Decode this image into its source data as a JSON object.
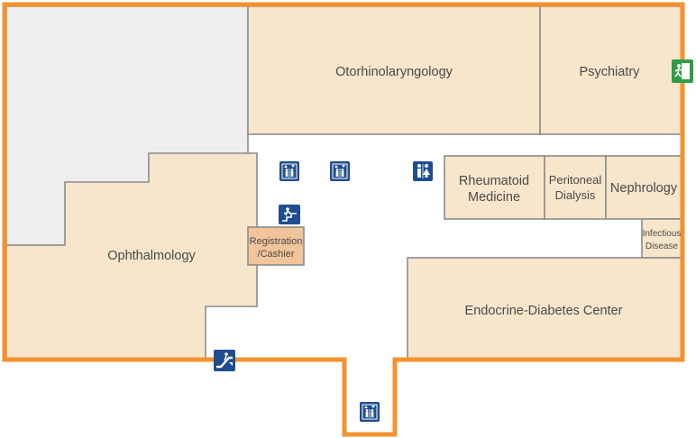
{
  "colors": {
    "outline": "#f3922e",
    "room_fill": "#f7e6cb",
    "registration_fill": "#f2c49b",
    "wall": "#8c8c8c",
    "unavailable_area": "#eeeeee",
    "icon_blue": "#1f4d8f",
    "exit_green": "#2e9e46",
    "text": "#4a4a4a"
  },
  "rooms": {
    "otorhinolaryngology": "Otorhinolaryngology",
    "psychiatry": "Psychiatry",
    "ophthalmology": "Ophthalmology",
    "rheumatoid_line1": "Rheumatoid",
    "rheumatoid_line2": "Medicine",
    "peritoneal_line1": "Peritoneal",
    "peritoneal_line2": "Dialysis",
    "nephrology": "Nephrology",
    "infectious_line1": "Infectious",
    "infectious_line2": "Disease",
    "registration_line1": "Registration",
    "registration_line2": "/Cashier",
    "endocrine": "Endocrine-Diabetes Center"
  },
  "icons": {
    "elevator": "elevator-icon",
    "restroom": "restroom-icon",
    "stairs": "stairs-icon",
    "escalator": "escalator-icon",
    "emergency_exit": "emergency-exit-icon"
  }
}
